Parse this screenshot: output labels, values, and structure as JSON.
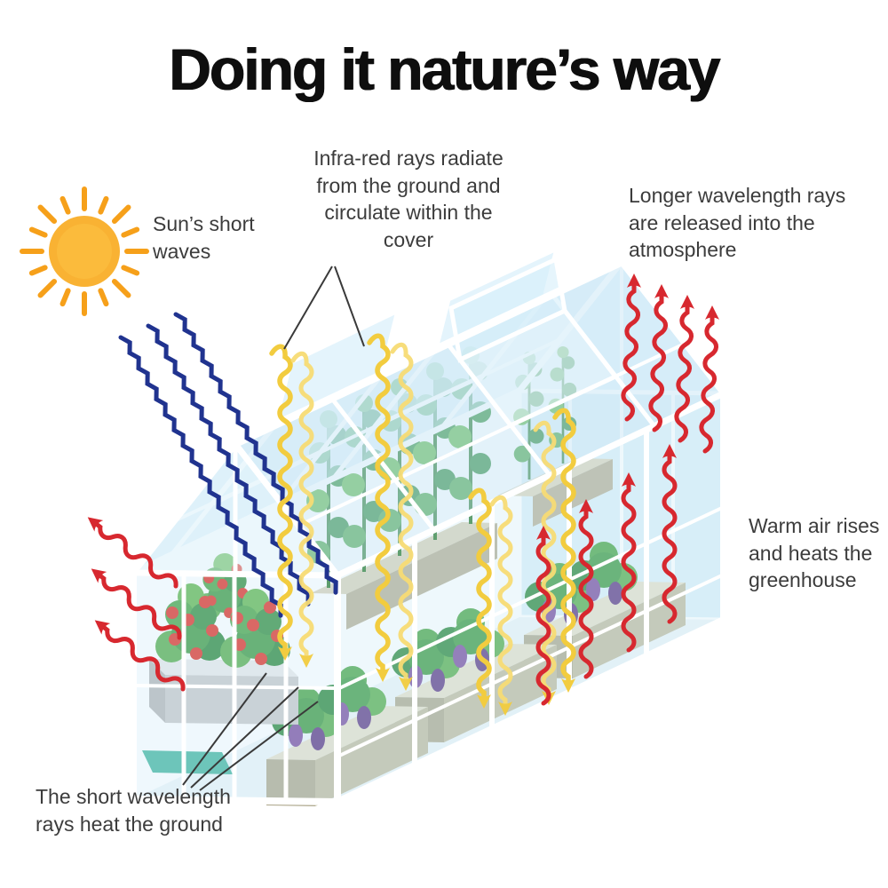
{
  "title": "Doing it nature’s way",
  "annotations": {
    "sun": "Sun’s short waves",
    "infrared": "Infra-red rays radiate from the ground and circulate within the cover",
    "released": "Longer wavelength rays are released into the atmosphere",
    "warm_air": "Warm air rises and heats the greenhouse",
    "ground_heat": "The short wavelength rays heat the ground"
  },
  "colors": {
    "title_text": "#111111",
    "annotation_text": "#3C3C3C",
    "sun_core": "#F9B233",
    "sun_rays": "#F6A01A",
    "short_wave_arrows": "#20338F",
    "infrared_arrows": "#F2CC3F",
    "released_arrows": "#D7282F",
    "warm_air_arrows": "#D7282F",
    "glass": "#CFEAF6",
    "frame": "#FFFFFF",
    "foliage": "#3F9B43",
    "tomato": "#E03226",
    "eggplant": "#7B4FA0",
    "planter": "#C2BCA0",
    "bench": "#45B7A0"
  }
}
